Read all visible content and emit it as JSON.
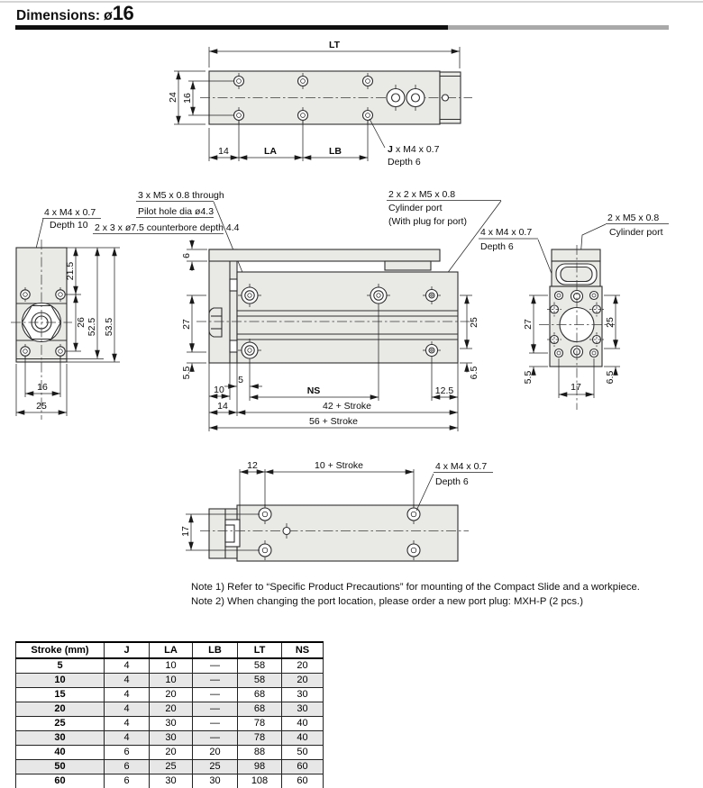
{
  "title": {
    "prefix": "Dimensions:",
    "diameter": "ø",
    "size": "16"
  },
  "top_view": {
    "lt": "LT",
    "h24": "24",
    "h16": "16",
    "w14": "14",
    "la": "LA",
    "lb": "LB",
    "j_var": "J",
    "j_rest": "x M4 x 0.7",
    "depth": "Depth 6"
  },
  "annotations": {
    "left_mount_1": "4 x M4 x 0.7",
    "left_mount_2": "Depth 10",
    "through_1": "3 x M5 x 0.8 through",
    "through_2": "Pilot hole dia ø4.3",
    "through_3": "2 x 3 x ø7.5 counterbore depth 4.4",
    "port_top_1": "2 x 2 x M5 x 0.8",
    "port_top_2": "Cylinder port",
    "port_top_3": "(With plug for port)",
    "side_mount_1": "4 x M4 x 0.7",
    "side_mount_2": "Depth 6",
    "port_right_1": "2 x M5 x 0.8",
    "port_right_2": "Cylinder port"
  },
  "left_view": {
    "d21_5": "21.5",
    "d26": "26",
    "d52_5": "52.5",
    "d53_5": "53.5",
    "d16": "16",
    "d25": "25"
  },
  "mid_view": {
    "d6": "6",
    "d27": "27",
    "d25": "25",
    "d5_5": "5.5",
    "d6_5": "6.5",
    "d10": "10",
    "d5": "5",
    "ns": "NS",
    "d12_5": "12.5",
    "d14": "14",
    "s42": "42 + Stroke",
    "s56": "56 + Stroke"
  },
  "right_view": {
    "d27": "27",
    "d25": "25",
    "d5_5": "5.5",
    "d6_5": "6.5",
    "d17": "17"
  },
  "bottom_view": {
    "d12": "12",
    "s10": "10 + Stroke",
    "mount_1": "4 x M4 x 0.7",
    "mount_2": "Depth 6",
    "d17": "17"
  },
  "notes": {
    "line1": "Note 1) Refer to “Specific Product Precautions” for mounting of the Compact Slide and a workpiece.",
    "line2": "Note 2) When changing the port location, please order a new port plug: MXH-P (2 pcs.)"
  },
  "table": {
    "headers": [
      "Stroke (mm)",
      "J",
      "LA",
      "LB",
      "LT",
      "NS"
    ],
    "rows": [
      [
        "5",
        "4",
        "10",
        "—",
        "58",
        "20"
      ],
      [
        "10",
        "4",
        "10",
        "—",
        "58",
        "20"
      ],
      [
        "15",
        "4",
        "20",
        "—",
        "68",
        "30"
      ],
      [
        "20",
        "4",
        "20",
        "—",
        "68",
        "30"
      ],
      [
        "25",
        "4",
        "30",
        "—",
        "78",
        "40"
      ],
      [
        "30",
        "4",
        "30",
        "—",
        "78",
        "40"
      ],
      [
        "40",
        "6",
        "20",
        "20",
        "88",
        "50"
      ],
      [
        "50",
        "6",
        "25",
        "25",
        "98",
        "60"
      ],
      [
        "60",
        "6",
        "30",
        "30",
        "108",
        "60"
      ]
    ]
  }
}
